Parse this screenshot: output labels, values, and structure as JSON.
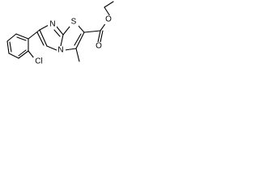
{
  "molecule": {
    "atoms": {
      "n_imine": "N",
      "n_bridge": "N",
      "s_ring": "S",
      "o_carbonyl": "O",
      "o_ester": "O",
      "cl": "Cl"
    }
  }
}
